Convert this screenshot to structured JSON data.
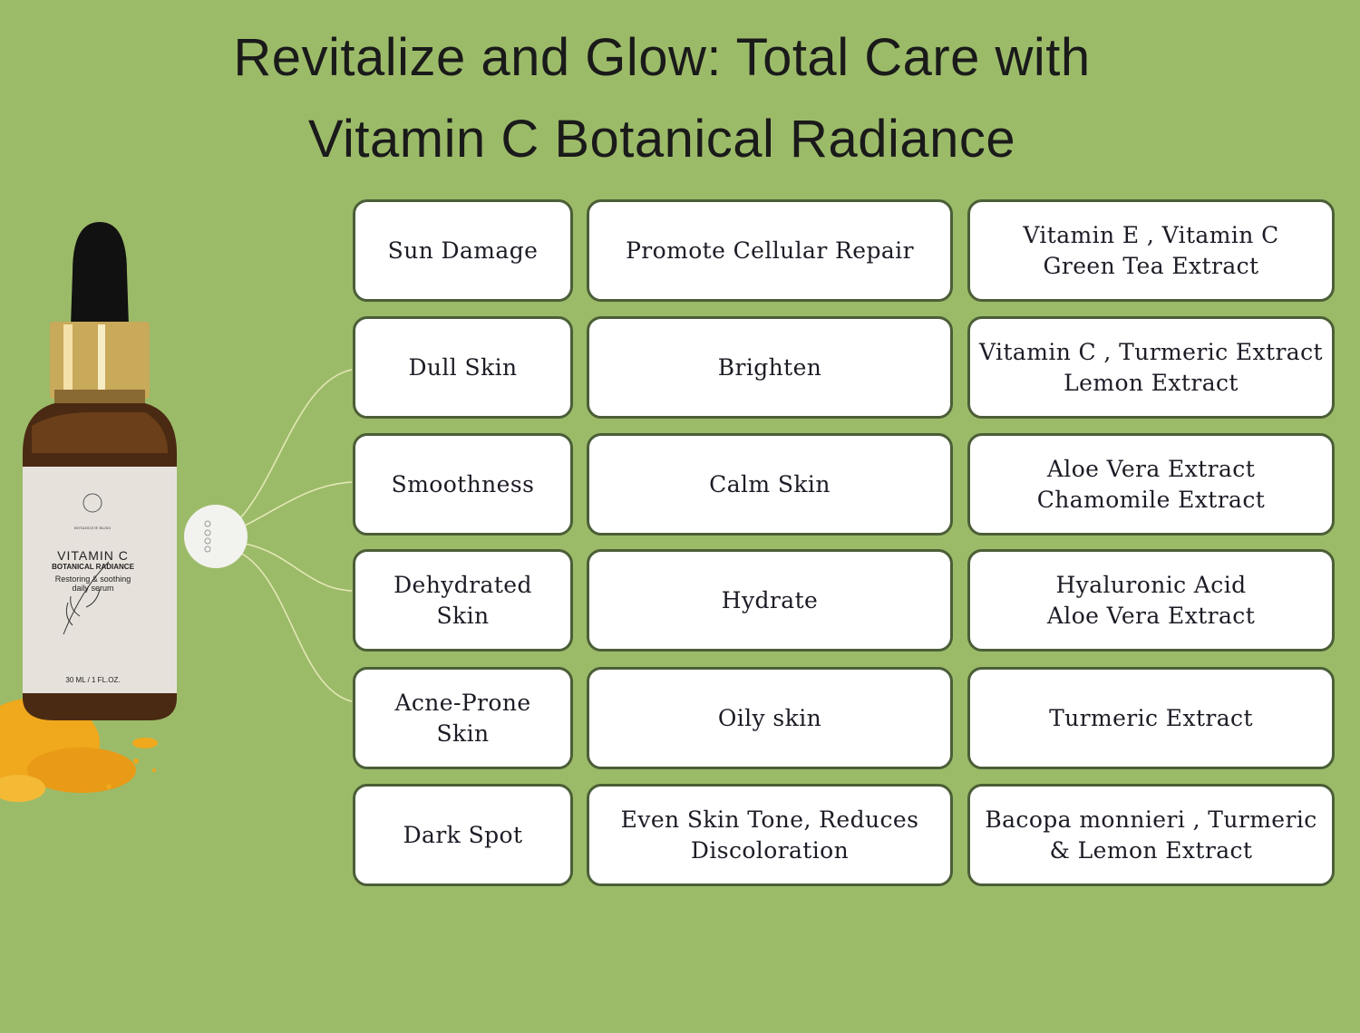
{
  "title_line1": "Revitalize and Glow: Total Care with",
  "title_line2": "Vitamin C Botanical Radiance",
  "product": {
    "brand": "BOTANIQUE BLISS",
    "name": "VITAMIN C",
    "subtitle": "BOTANICAL RADIANCE",
    "tagline_1": "Restoring & soothing",
    "tagline_2": "daily serum",
    "volume": "30 ML / 1 FL.OZ."
  },
  "rows": [
    {
      "concern": "Sun Damage",
      "benefit": "Promote Cellular Repair",
      "ingredients": "Vitamin E , Vitamin C\nGreen Tea Extract"
    },
    {
      "concern": "Dull Skin",
      "benefit": "Brighten",
      "ingredients": "Vitamin C , Turmeric Extract\nLemon Extract"
    },
    {
      "concern": "Smoothness",
      "benefit": "Calm Skin",
      "ingredients": "Aloe Vera Extract\nChamomile Extract"
    },
    {
      "concern": "Dehydrated\nSkin",
      "benefit": "Hydrate",
      "ingredients": "Hyaluronic Acid\nAloe Vera Extract"
    },
    {
      "concern": "Acne-Prone\nSkin",
      "benefit": "Oily skin",
      "ingredients": "Turmeric Extract"
    },
    {
      "concern": "Dark Spot",
      "benefit": "Even Skin Tone, Reduces\nDiscoloration",
      "ingredients": "Bacopa monnieri , Turmeric\n& Lemon Extract"
    }
  ],
  "colors": {
    "background": "#9cbb69",
    "border": "#4b5e37"
  }
}
